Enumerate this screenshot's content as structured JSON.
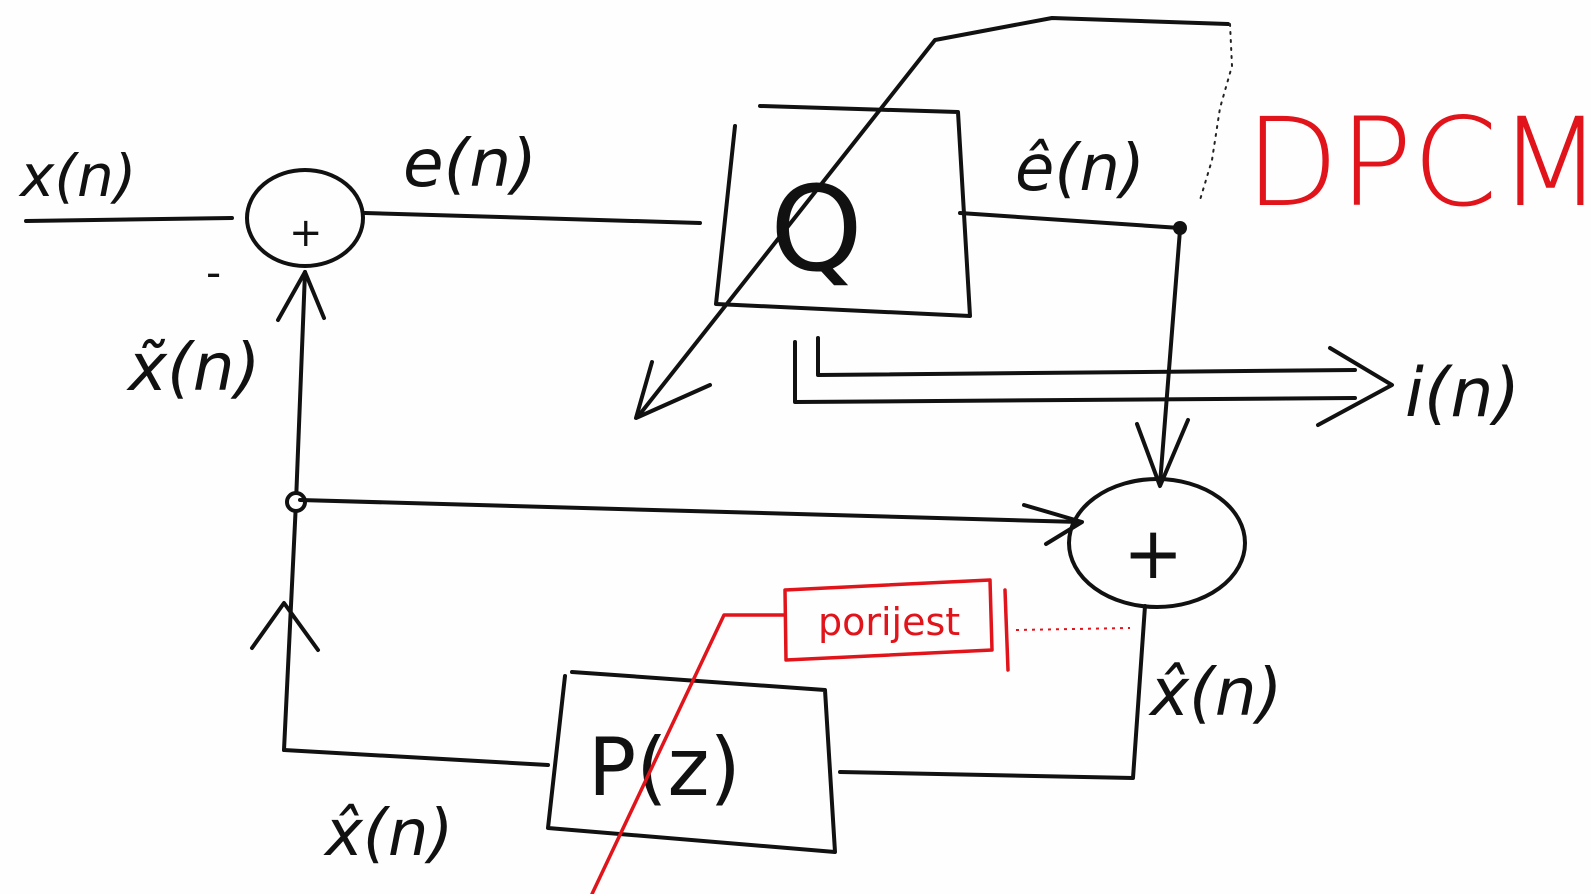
{
  "diagram": {
    "title": "DPCM",
    "input_label": "x(n)",
    "error_label": "e(n)",
    "quantized_error_label": "ê(n)",
    "quantizer_label": "Q",
    "index_label": "i(n)",
    "prediction_label": "x̃(n)",
    "minus_sign": "-",
    "plus_sign": "+",
    "reconstructed_label": "x̂(n)",
    "predictor_input_label": "x̂(n)",
    "predictor_label": "P(z)",
    "red_note": "porijest",
    "colors": {
      "ink": "#111111",
      "accent": "#e0141a"
    }
  }
}
